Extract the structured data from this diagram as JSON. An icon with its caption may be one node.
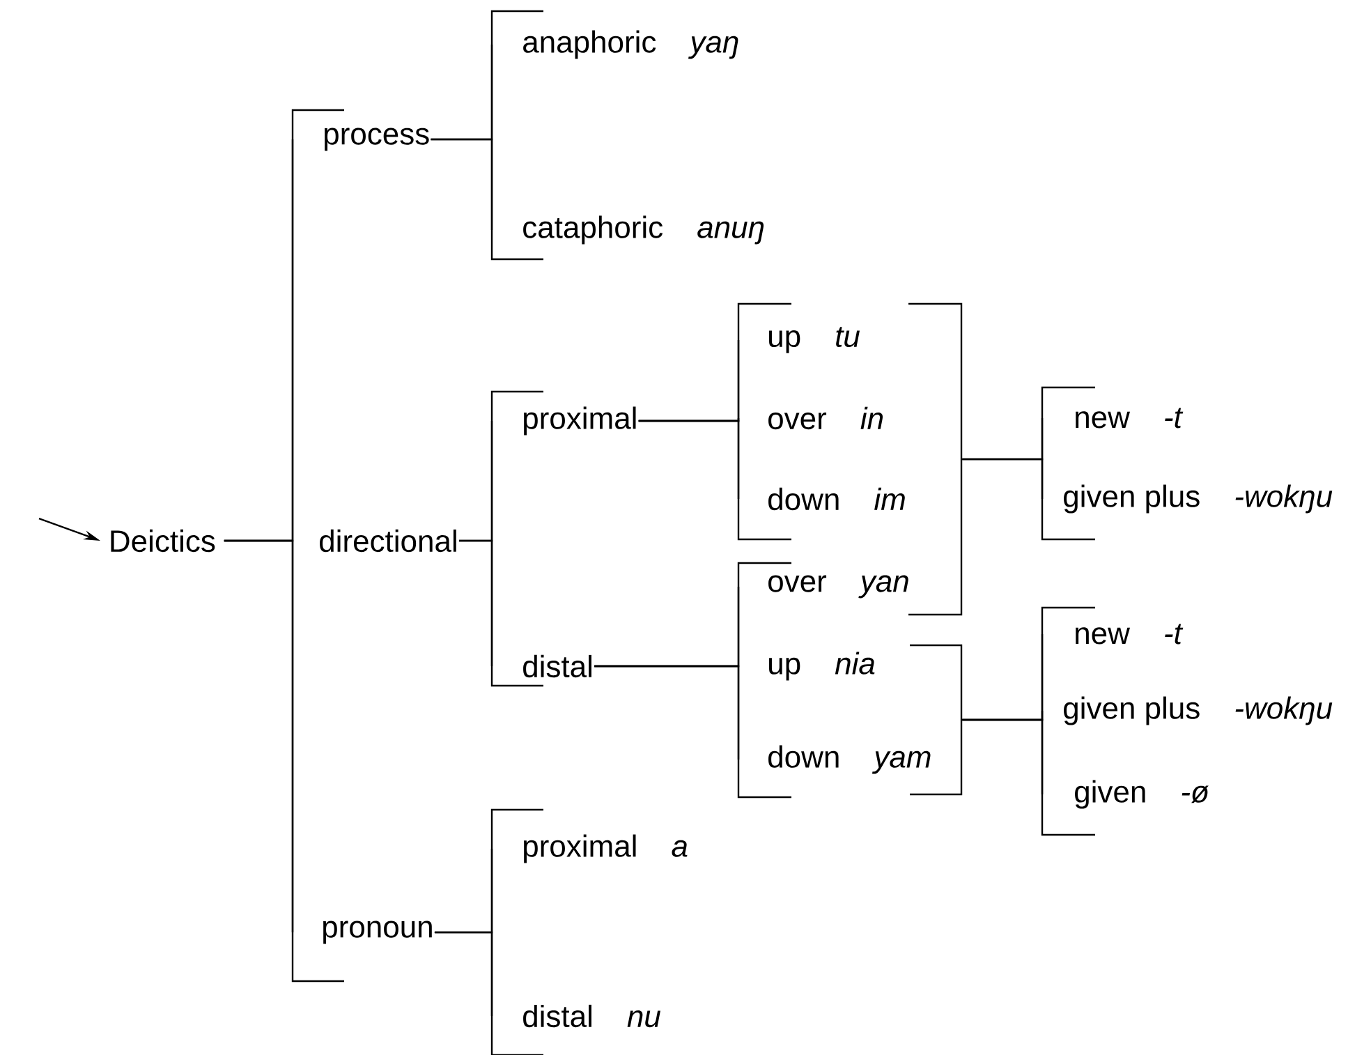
{
  "diagram": {
    "nodes": [
      {
        "text": [
          "Deictics"
        ]
      },
      {
        "text": [
          "process"
        ]
      },
      {
        "text": [
          "directional"
        ]
      },
      {
        "text": [
          "pronoun"
        ]
      },
      {
        "text": [
          "anaphoric",
          "yaŋ"
        ]
      },
      {
        "text": [
          "cataphoric",
          "anuŋ"
        ]
      },
      {
        "text": [
          "proximal"
        ]
      },
      {
        "text": [
          "distal"
        ]
      },
      {
        "text": [
          "proximal",
          "a"
        ]
      },
      {
        "text": [
          "distal",
          "nu"
        ]
      },
      {
        "text": [
          "up",
          "tu"
        ]
      },
      {
        "text": [
          "over",
          "in"
        ]
      },
      {
        "text": [
          "down",
          "im"
        ]
      },
      {
        "text": [
          "over",
          "yan"
        ]
      },
      {
        "text": [
          "up",
          "nia"
        ]
      },
      {
        "text": [
          "down",
          "yam"
        ]
      },
      {
        "text": [
          "new",
          "-t"
        ]
      },
      {
        "text": [
          "given plus",
          "-wokŋu"
        ]
      },
      {
        "text": [
          "new",
          "-t"
        ]
      },
      {
        "text": [
          "given plus",
          "-wokŋu"
        ]
      },
      {
        "text": [
          "given",
          "-ø"
        ]
      },
      {
        "text": [],
        "shape": "bar"
      },
      {
        "text": [],
        "shape": "bar"
      }
    ],
    "edges": [
      {
        "from": null,
        "to": 0,
        "arrow": "to"
      },
      {
        "from": 0,
        "to": 1,
        "arrow": "none"
      },
      {
        "from": 0,
        "to": 2,
        "arrow": "none"
      },
      {
        "from": 0,
        "to": 3,
        "arrow": "none"
      },
      {
        "from": 1,
        "to": 4,
        "arrow": "none"
      },
      {
        "from": 1,
        "to": 5,
        "arrow": "none"
      },
      {
        "from": 2,
        "to": 6,
        "arrow": "none"
      },
      {
        "from": 2,
        "to": 7,
        "arrow": "none"
      },
      {
        "from": 3,
        "to": 8,
        "arrow": "none"
      },
      {
        "from": 3,
        "to": 9,
        "arrow": "none"
      },
      {
        "from": 6,
        "to": 10,
        "arrow": "none"
      },
      {
        "from": 6,
        "to": 11,
        "arrow": "none"
      },
      {
        "from": 6,
        "to": 12,
        "arrow": "none"
      },
      {
        "from": 7,
        "to": 13,
        "arrow": "none"
      },
      {
        "from": 7,
        "to": 14,
        "arrow": "none"
      },
      {
        "from": 7,
        "to": 15,
        "arrow": "none"
      },
      {
        "from": 21,
        "to": 16,
        "arrow": "none"
      },
      {
        "from": 21,
        "to": 17,
        "arrow": "none"
      },
      {
        "from": 22,
        "to": 18,
        "arrow": "none"
      },
      {
        "from": 22,
        "to": 19,
        "arrow": "none"
      },
      {
        "from": 22,
        "to": 20,
        "arrow": "none"
      }
    ]
  }
}
